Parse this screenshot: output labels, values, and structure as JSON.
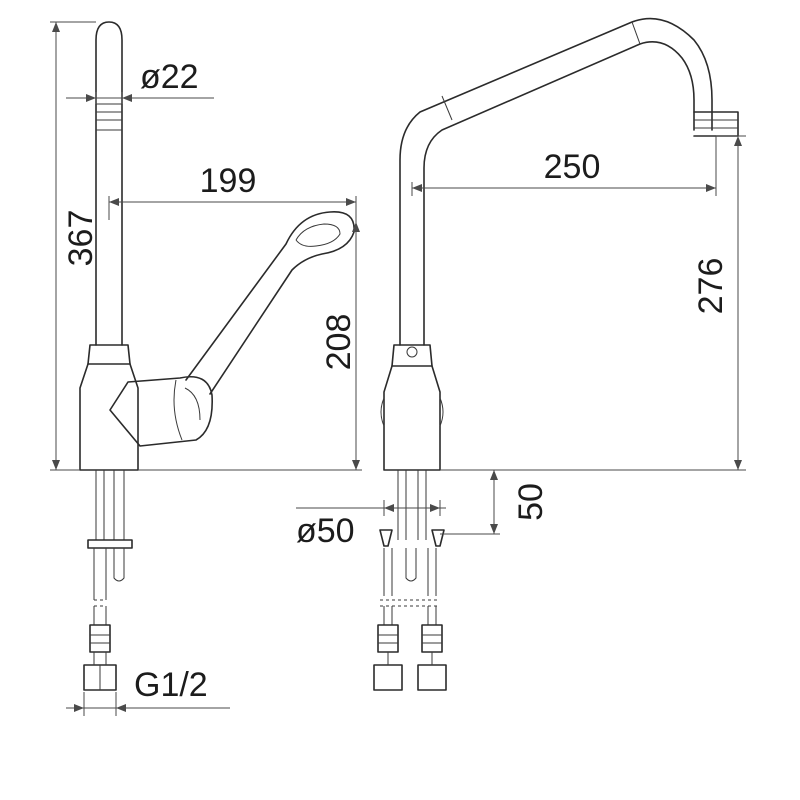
{
  "dimensions": {
    "diameter_spout_left": "ø22",
    "total_height_left": "367",
    "lever_reach": "199",
    "lever_height": "208",
    "spout_reach": "250",
    "spout_height": "276",
    "shank_length": "50",
    "base_diameter": "ø50",
    "thread": "G1/2"
  }
}
